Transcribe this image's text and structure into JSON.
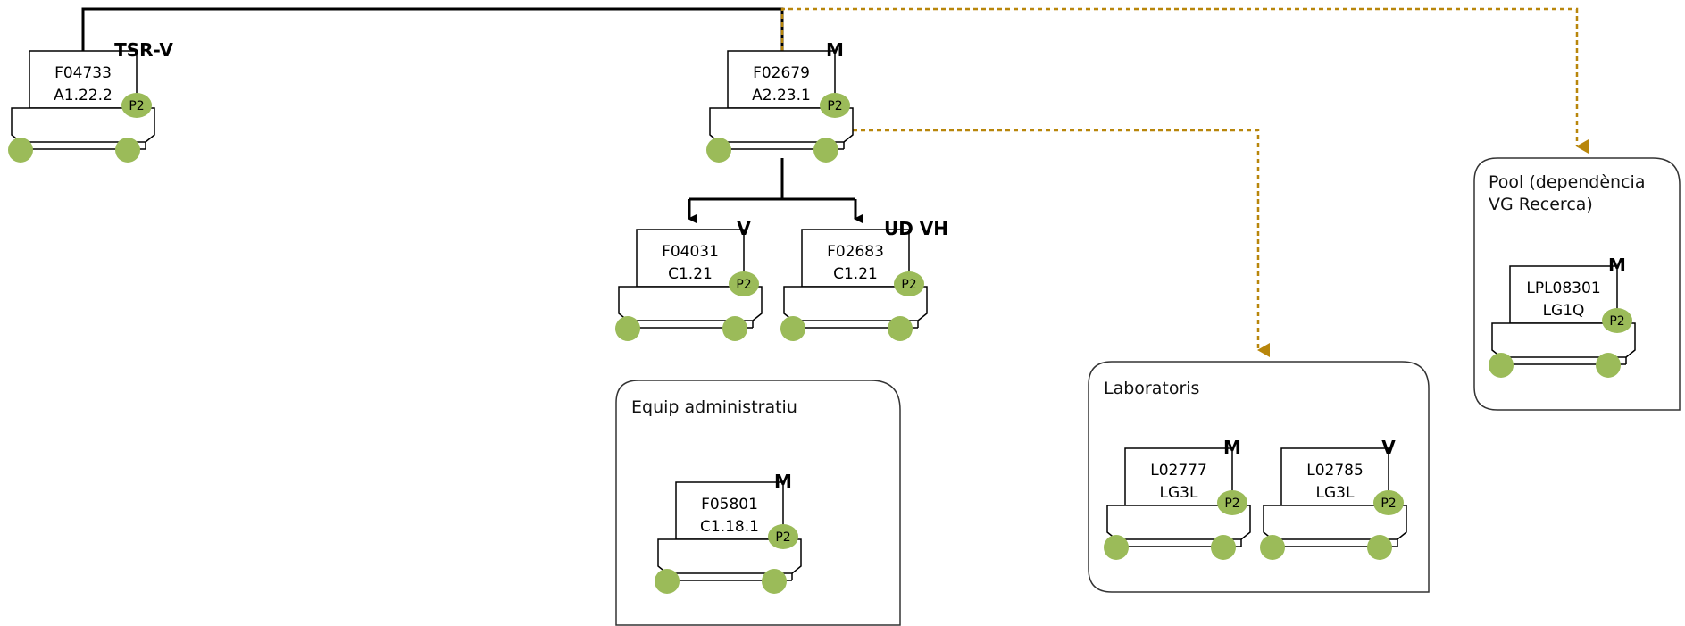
{
  "colors": {
    "badge": "#9bbb59",
    "dashed_connector": "#b8860b",
    "solid_connector": "#000000"
  },
  "groups": {
    "admin": {
      "title": "Equip administratiu"
    },
    "labs": {
      "title": "Laboratoris"
    },
    "pool": {
      "title_line1": "Pool (dependència",
      "title_line2": "VG Recerca)"
    }
  },
  "nodes": {
    "f04733": {
      "code": "F04733",
      "level": "A1.22.2",
      "badge": "P2",
      "tag": "TSR-V"
    },
    "f02679": {
      "code": "F02679",
      "level": "A2.23.1",
      "badge": "P2",
      "tag": "M"
    },
    "f04031": {
      "code": "F04031",
      "level": "C1.21",
      "badge": "P2",
      "tag": "V"
    },
    "f02683": {
      "code": "F02683",
      "level": "C1.21",
      "badge": "P2",
      "tag": "UD VH"
    },
    "f05801": {
      "code": "F05801",
      "level": "C1.18.1",
      "badge": "P2",
      "tag": "M"
    },
    "l02777": {
      "code": "L02777",
      "level": "LG3L",
      "badge": "P2",
      "tag": "M"
    },
    "l02785": {
      "code": "L02785",
      "level": "LG3L",
      "badge": "P2",
      "tag": "V"
    },
    "lpl08301": {
      "code": "LPL08301",
      "level": "LG1Q",
      "badge": "P2",
      "tag": "M"
    }
  }
}
